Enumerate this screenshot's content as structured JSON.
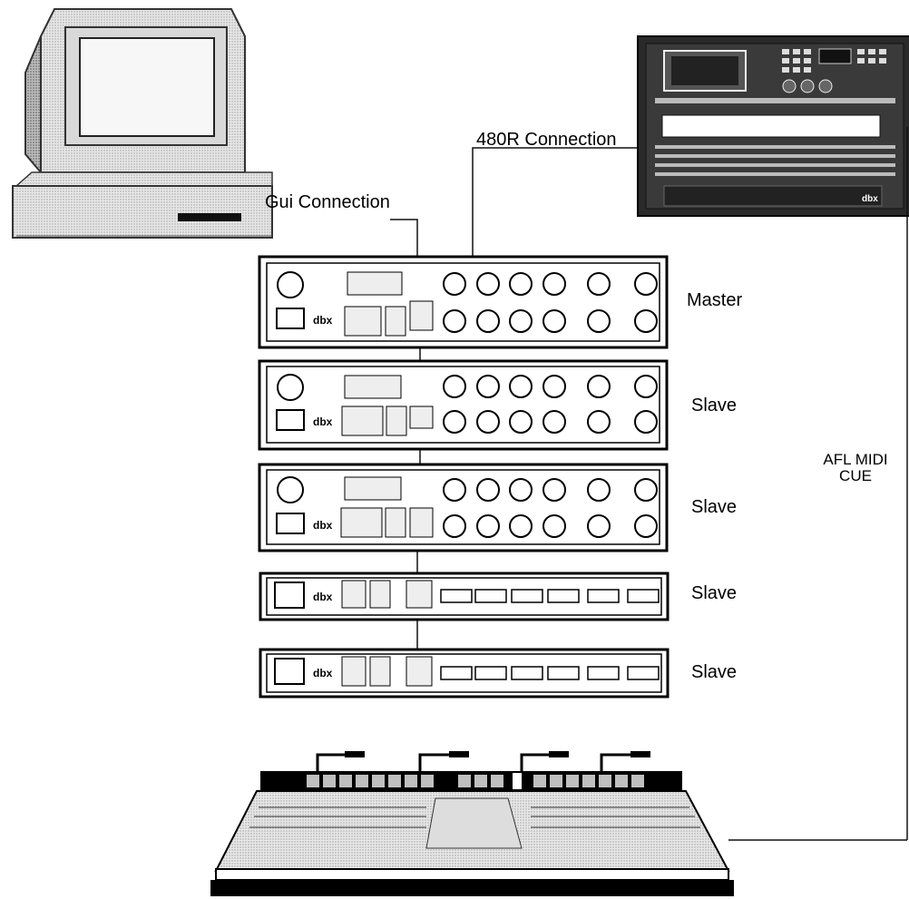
{
  "labels": {
    "gui_connection": "Gui Connection",
    "r480_connection": "480R Connection",
    "master": "Master",
    "slave_1": "Slave",
    "slave_2": "Slave",
    "slave_3": "Slave",
    "slave_4": "Slave",
    "afl_midi": "AFL MIDI",
    "cue": "CUE"
  },
  "device_brand": "dbx"
}
